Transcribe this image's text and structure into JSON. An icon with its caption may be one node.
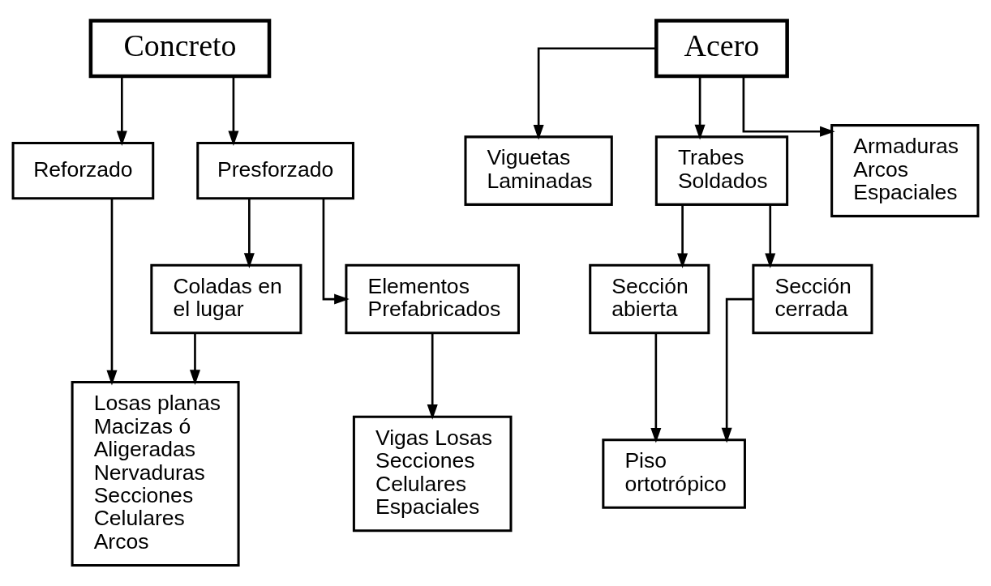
{
  "diagram": {
    "nodes": [
      {
        "text": [
          "Concreto"
        ]
      },
      {
        "text": [
          "Reforzado"
        ]
      },
      {
        "text": [
          "Presforzado"
        ]
      },
      {
        "text": [
          "Losas planas Macizas ó Aligeradas Nervaduras Secciones Celulares Arcos"
        ]
      },
      {
        "text": [
          "Coladas en el lugar"
        ]
      },
      {
        "text": [
          "Elementos Prefabricados"
        ]
      },
      {
        "text": [
          "Vigas Losas Secciones Celulares Espaciales"
        ]
      },
      {
        "text": [
          "Acero"
        ]
      },
      {
        "text": [
          "Viguetas Laminadas"
        ]
      },
      {
        "text": [
          "Trabes Soldados"
        ]
      },
      {
        "text": [
          "Sección abierta"
        ]
      },
      {
        "text": [
          "Sección cerrada"
        ]
      },
      {
        "text": [
          "Piso ortotrópico"
        ]
      },
      {
        "text": [
          "Armaduras Arcos Espaciales"
        ]
      }
    ],
    "edges": [
      {
        "from": 0,
        "to": 1,
        "arrow": "to"
      },
      {
        "from": 0,
        "to": 2,
        "arrow": "to"
      },
      {
        "from": 1,
        "to": 3,
        "arrow": "to"
      },
      {
        "from": 2,
        "to": 4,
        "arrow": "to"
      },
      {
        "from": 2,
        "to": 5,
        "arrow": "to"
      },
      {
        "from": 4,
        "to": 3,
        "arrow": "to"
      },
      {
        "from": 5,
        "to": 6,
        "arrow": "to"
      },
      {
        "from": 7,
        "to": 8,
        "arrow": "to"
      },
      {
        "from": 7,
        "to": 9,
        "arrow": "to"
      },
      {
        "from": 7,
        "to": 13,
        "arrow": "to"
      },
      {
        "from": 9,
        "to": 10,
        "arrow": "to"
      },
      {
        "from": 9,
        "to": 11,
        "arrow": "to"
      },
      {
        "from": 10,
        "to": 12,
        "arrow": "to"
      },
      {
        "from": 11,
        "to": 12,
        "arrow": "to"
      }
    ]
  }
}
